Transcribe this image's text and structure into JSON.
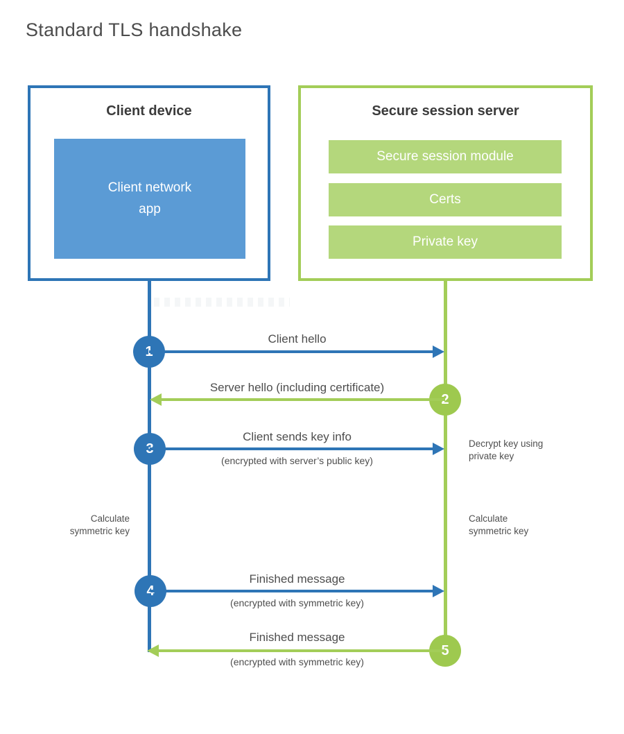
{
  "page": {
    "title": "Standard TLS handshake"
  },
  "colors": {
    "client_accent": "#2e75b6",
    "client_fill": "#5b9bd5",
    "server_accent": "#a3cd58",
    "server_circle": "#9ec94f",
    "server_fill": "#b4d77c",
    "heading_text": "#3b3b3b",
    "label_text": "#4d4d4d"
  },
  "client_box": {
    "title": "Client device",
    "app_label": "Client network\napp"
  },
  "server_box": {
    "title": "Secure session server",
    "modules": [
      "Secure session module",
      "Certs",
      "Private key"
    ]
  },
  "steps": [
    {
      "number": "1",
      "actor": "client",
      "direction": "right",
      "label": "Client hello",
      "sublabel": ""
    },
    {
      "number": "2",
      "actor": "server",
      "direction": "left",
      "label": "Server hello (including certificate)",
      "sublabel": ""
    },
    {
      "number": "3",
      "actor": "client",
      "direction": "right",
      "label": "Client sends key info",
      "sublabel": "(encrypted with server’s public key)"
    },
    {
      "number": "4",
      "actor": "client",
      "direction": "right",
      "label": "Finished message",
      "sublabel": "(encrypted with symmetric key)"
    },
    {
      "number": "5",
      "actor": "server",
      "direction": "left",
      "label": "Finished message",
      "sublabel": "(encrypted with symmetric key)"
    }
  ],
  "notes": {
    "decrypt": "Decrypt key using\nprivate key",
    "calc_left": "Calculate\nsymmetric key",
    "calc_right": "Calculate\nsymmetric key"
  }
}
